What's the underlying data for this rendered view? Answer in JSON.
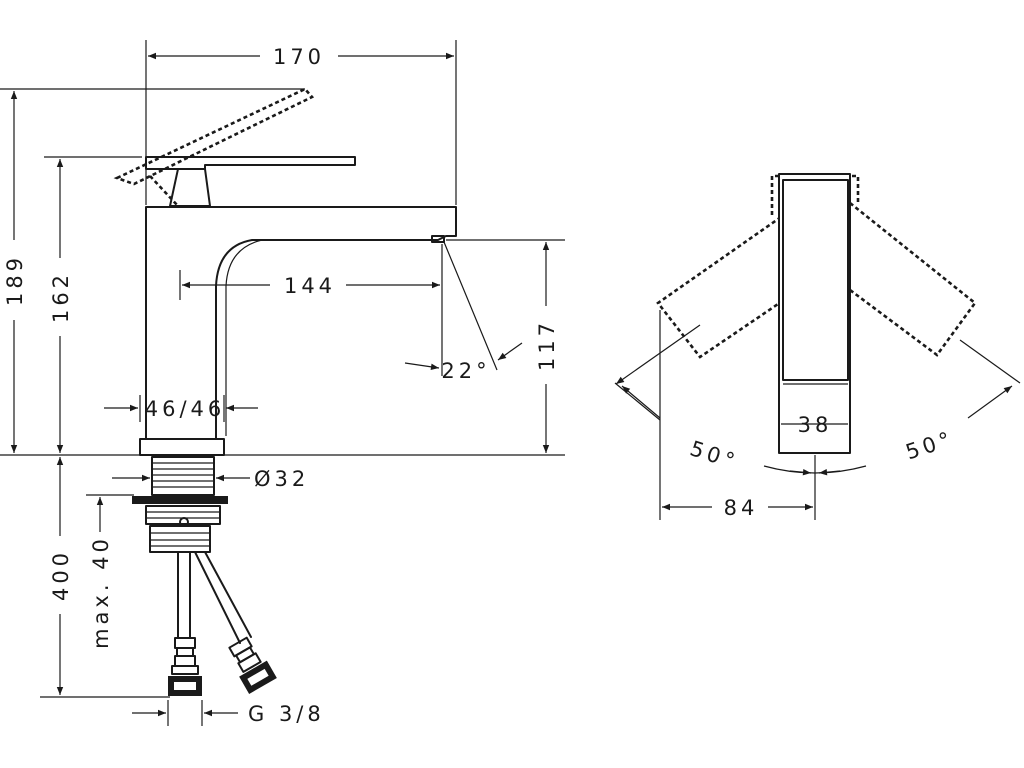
{
  "dimensions": {
    "width_overall": "170",
    "height_lever_raised": "189",
    "height_body": "162",
    "spout_reach": "144",
    "spout_angle": "22°",
    "spout_height": "117",
    "base_width": "46/46",
    "thread_diameter": "Ø32",
    "supply_length": "400",
    "max_countertop": "max. 40",
    "connection": "G 3/8",
    "top_view_width": "38",
    "lever_offset": "84",
    "swing_left": "50°",
    "swing_right": "50°"
  }
}
